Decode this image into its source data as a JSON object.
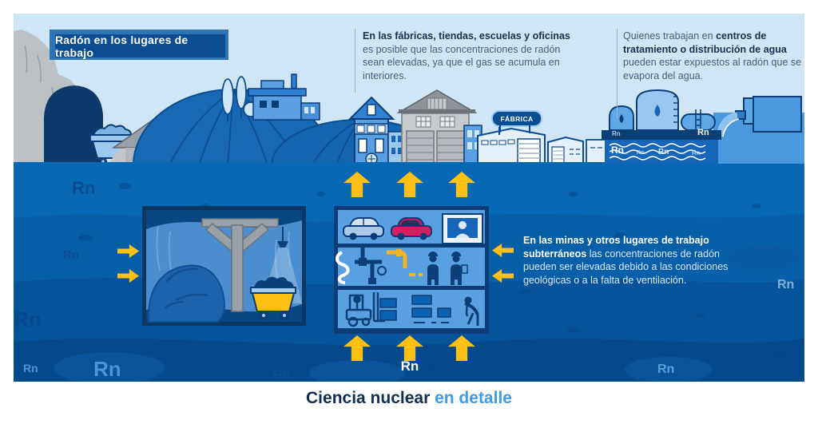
{
  "title_box": {
    "label": "Radón en los lugares de trabajo"
  },
  "callouts": {
    "buildings": {
      "bold": "En las fábricas, tiendas, escuelas y oficinas",
      "text": "es posible que las concentraciones de radón sean elevadas, ya que el gas se acumula en interiores."
    },
    "water": {
      "lead": "Quienes trabajan en",
      "bold": "centros de tratamiento o distribución de agua",
      "text": "pueden estar expuestos al radón que se evapora del agua."
    },
    "mines": {
      "bold": "En las minas y otros lugares de trabajo subterráneos",
      "text": "las concentraciones de radón pueden ser elevadas debido a las condiciones geológicas o a la falta de ventilación."
    }
  },
  "labels": {
    "factory_sign": "FÁBRICA",
    "radon_symbol": "Rn"
  },
  "footer": {
    "main": "Ciencia nuclear",
    "accent": "en detalle"
  },
  "colors": {
    "sky": "#CFE6F7",
    "underground": "#0765B2",
    "navy": "#0C3E78",
    "title_navy": "#0A4D93",
    "accent_yellow": "#FDC013",
    "pink_car": "#D81E5F",
    "footer_accent": "#3F9BE8"
  }
}
